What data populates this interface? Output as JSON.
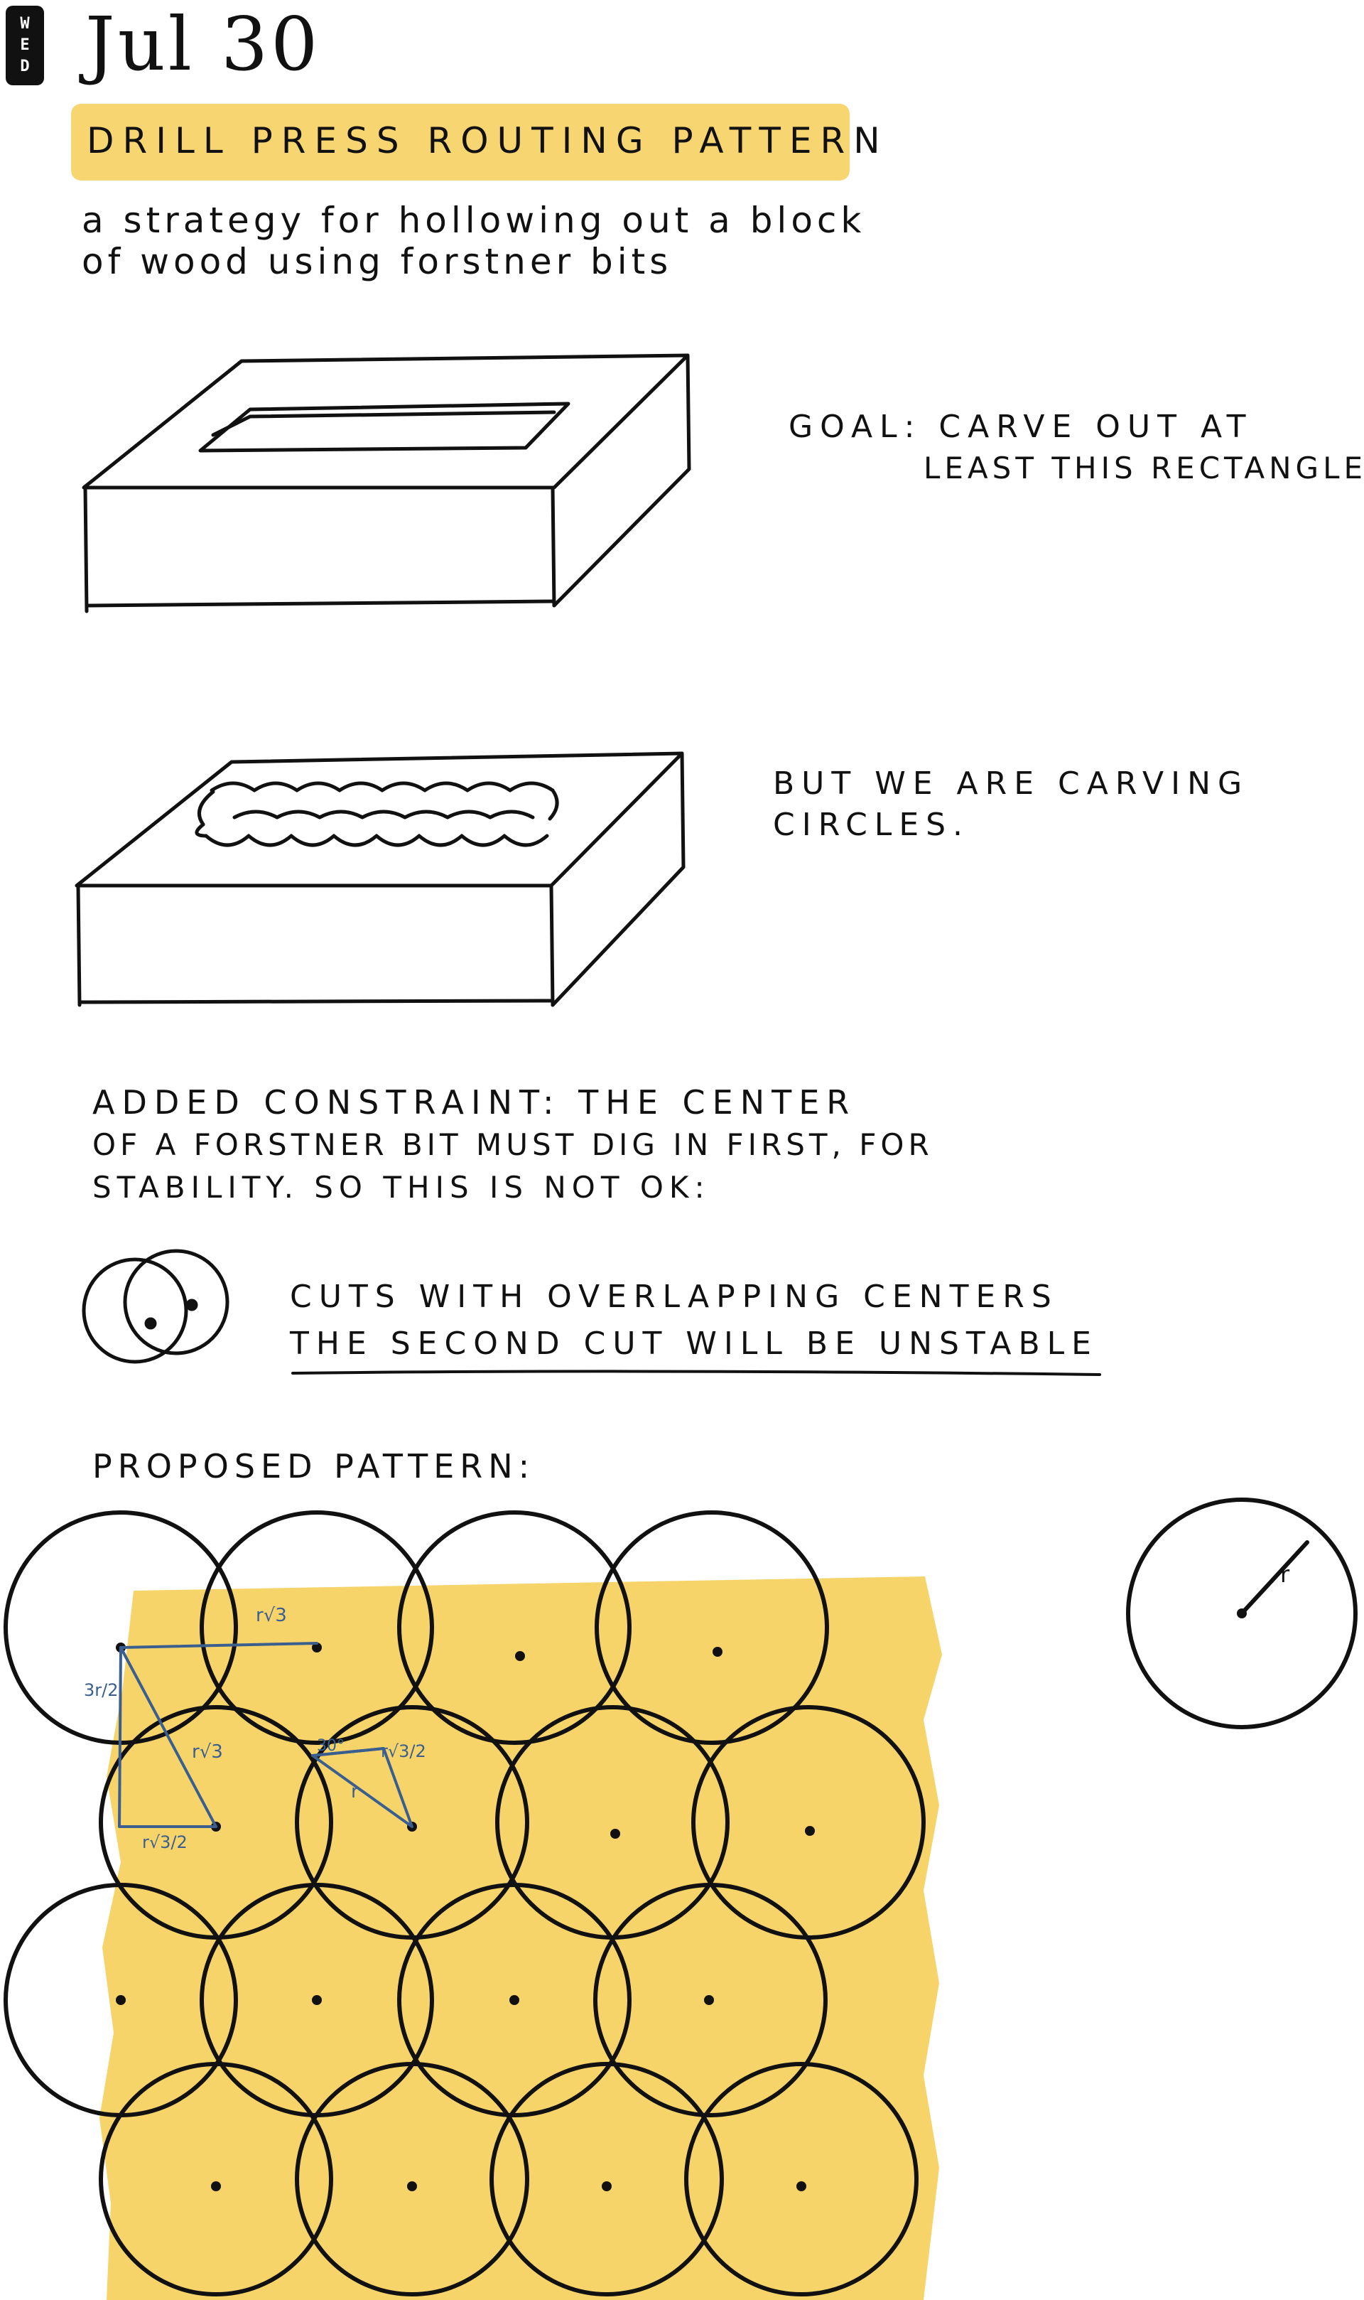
{
  "header": {
    "day_letters": [
      "W",
      "E",
      "D"
    ],
    "date": "Jul 30"
  },
  "title": "DRILL PRESS ROUTING PATTERN",
  "subtitle": {
    "line1": "a strategy for hollowing out a block",
    "line2": "of wood using forstner bits"
  },
  "goal": {
    "line1": "GOAL: CARVE OUT AT",
    "line2": "LEAST THIS RECTANGLE"
  },
  "circles_note": {
    "line1": "BUT WE ARE CARVING",
    "line2": "CIRCLES."
  },
  "constraint": {
    "line1": "ADDED CONSTRAINT: THE CENTER",
    "line2": "OF A FORSTNER BIT MUST DIG IN FIRST, FOR",
    "line3": "STABILITY. SO THIS IS NOT OK:"
  },
  "overlap_note": {
    "line1": "CUTS WITH OVERLAPPING CENTERS",
    "line2": "THE SECOND CUT WILL BE UNSTABLE"
  },
  "pattern_label": "PROPOSED PATTERN:",
  "annotations": {
    "r_sqrt3": "r√3",
    "three_r_over_2": "3r/2",
    "r_sqrt3_over_2": "r√3/2",
    "r": "r",
    "angle": "30°"
  },
  "radius_label": "r",
  "colors": {
    "highlight": "#f7d46a",
    "ink": "#111111",
    "annotation_ink": "#3a5f8f"
  }
}
